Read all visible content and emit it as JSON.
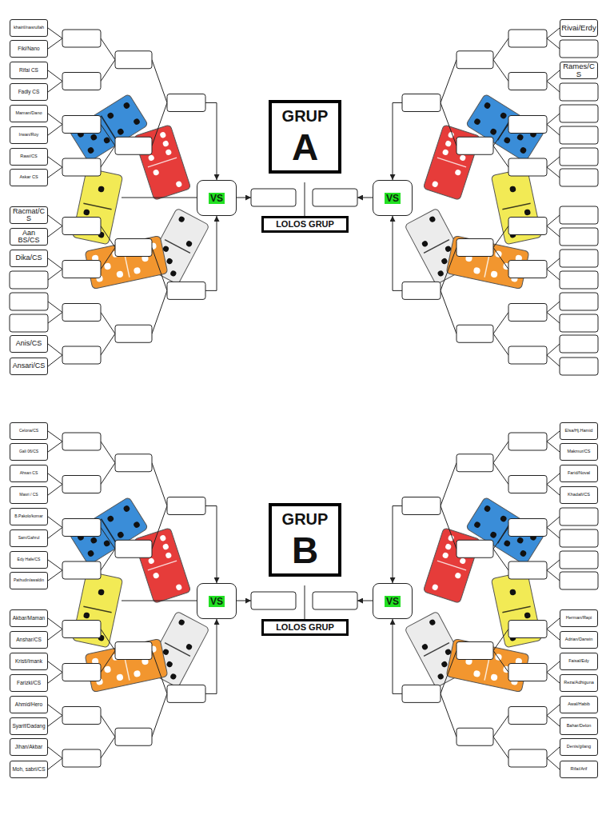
{
  "diagram": {
    "nodes": [
      {
        "text": [
          "khairil/nasrullah"
        ]
      },
      {
        "text": [
          "Fiki/Nano"
        ]
      },
      {
        "text": [
          "Rifai CS"
        ]
      },
      {
        "text": [
          "Fadly CS"
        ]
      },
      {
        "text": [
          "Maman/Dano"
        ]
      },
      {
        "text": [
          "Irwan/Roy"
        ]
      },
      {
        "text": [
          "Rawi/CS"
        ]
      },
      {
        "text": [
          "Askar CS"
        ]
      },
      {
        "text": [
          "Racmat/CS"
        ]
      },
      {
        "text": [
          "Aan BS/CS"
        ]
      },
      {
        "text": [
          "Dika/CS"
        ]
      },
      {
        "text": [
          "Anis/CS"
        ]
      },
      {
        "text": [
          "Ansari/CS"
        ]
      },
      {
        "text": [
          "GRUP",
          "A"
        ]
      },
      {
        "text": [
          "VS"
        ]
      },
      {
        "text": [
          "VS"
        ]
      },
      {
        "text": [
          "LOLOS GRUP"
        ]
      },
      {
        "text": [
          "Rivai/Erdy"
        ]
      },
      {
        "text": [
          "Rames/CS"
        ]
      },
      {
        "text": [
          "Celona/CS"
        ]
      },
      {
        "text": [
          "Gali 06/CS"
        ]
      },
      {
        "text": [
          "Ahsan CS"
        ]
      },
      {
        "text": [
          "Masri / CS"
        ]
      },
      {
        "text": [
          "B.Pakolo/komar"
        ]
      },
      {
        "text": [
          "Sam/Gahrul"
        ]
      },
      {
        "text": [
          "Edy Hafe/CS"
        ]
      },
      {
        "text": [
          "Pathudin/awaldin"
        ]
      },
      {
        "text": [
          "Akbar/Maman"
        ]
      },
      {
        "text": [
          "Anshar/CS"
        ]
      },
      {
        "text": [
          "Kristi/Imank"
        ]
      },
      {
        "text": [
          "Farizki/CS"
        ]
      },
      {
        "text": [
          "Ahmid/Hero"
        ]
      },
      {
        "text": [
          "Syarif/Dadang"
        ]
      },
      {
        "text": [
          "Jihan/Akbar"
        ]
      },
      {
        "text": [
          "Moh, sabri/CS"
        ]
      },
      {
        "text": [
          "GRUP",
          "B"
        ]
      },
      {
        "text": [
          "VS"
        ]
      },
      {
        "text": [
          "VS"
        ]
      },
      {
        "text": [
          "LOLOS GRUP"
        ]
      },
      {
        "text": [
          "Elsa/Hj.Hamid"
        ]
      },
      {
        "text": [
          "Makmur/CS"
        ]
      },
      {
        "text": [
          "Farid/Noval"
        ]
      },
      {
        "text": [
          "Khadafi/CS"
        ]
      },
      {
        "text": [
          "Herman/Rapi"
        ]
      },
      {
        "text": [
          "Adrian/Darwin"
        ]
      },
      {
        "text": [
          "Faisal/Edy"
        ]
      },
      {
        "text": [
          "Reza/Adhiguna"
        ]
      },
      {
        "text": [
          "Awal/Habib"
        ]
      },
      {
        "text": [
          "Bahar/Delon"
        ]
      },
      {
        "text": [
          "Denis/gilang"
        ]
      },
      {
        "text": [
          "Rifai/Arif"
        ]
      }
    ]
  }
}
